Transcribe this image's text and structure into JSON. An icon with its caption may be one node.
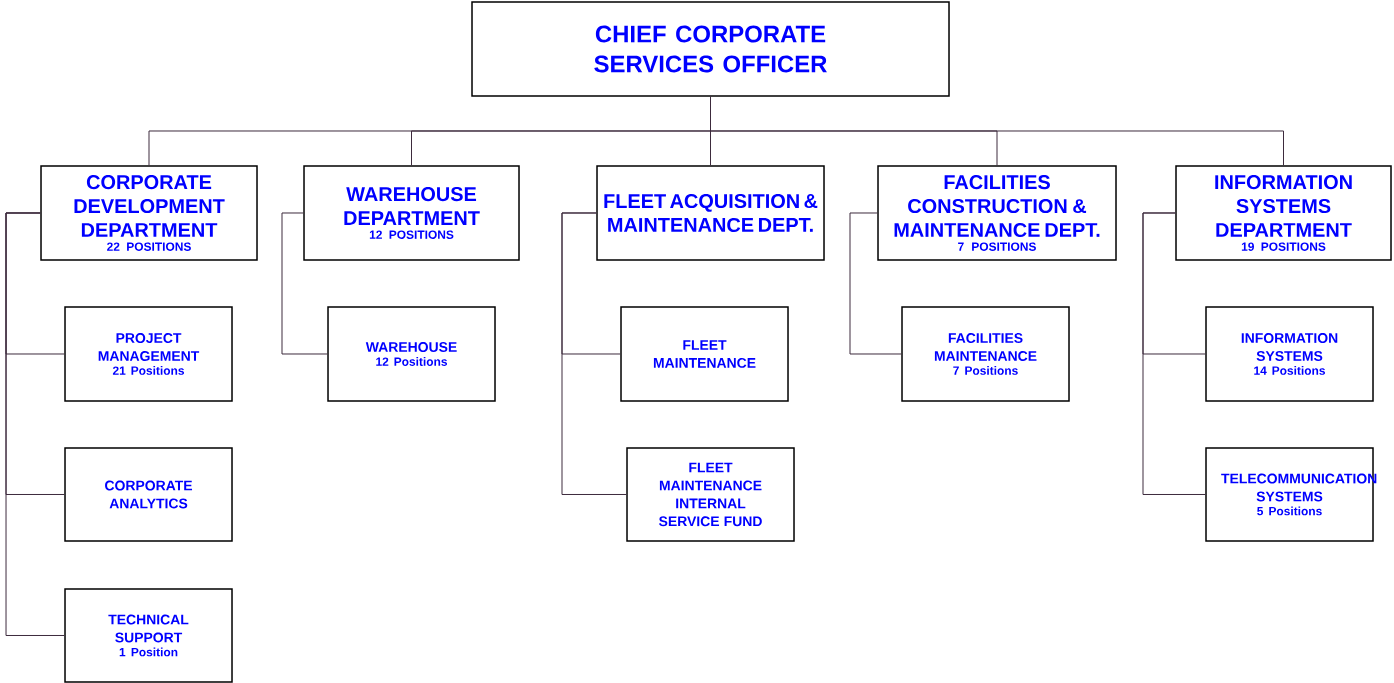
{
  "diagram": {
    "nodes": [
      {
        "text": [
          "CHIEF CORPORATE SERVICES OFFICER"
        ]
      },
      {
        "text": [
          "CORPORATE DEVELOPMENT DEPARTMENT",
          "22 POSITIONS"
        ]
      },
      {
        "text": [
          "WAREHOUSE DEPARTMENT",
          "12 POSITIONS"
        ]
      },
      {
        "text": [
          "FLEET ACQUISITION & MAINTENANCE DEPT."
        ]
      },
      {
        "text": [
          "FACILITIES CONSTRUCTION & MAINTENANCE DEPT.",
          "7 POSITIONS"
        ]
      },
      {
        "text": [
          "INFORMATION SYSTEMS DEPARTMENT",
          "19 POSITIONS"
        ]
      },
      {
        "text": [
          "PROJECT MANAGEMENT",
          "21 Positions"
        ]
      },
      {
        "text": [
          "CORPORATE ANALYTICS"
        ]
      },
      {
        "text": [
          "TECHNICAL SUPPORT",
          "1 Position"
        ]
      },
      {
        "text": [
          "WAREHOUSE",
          "12 Positions"
        ]
      },
      {
        "text": [
          "FLEET MAINTENANCE"
        ]
      },
      {
        "text": [
          "FLEET MAINTENANCE INTERNAL SERVICE FUND"
        ]
      },
      {
        "text": [
          "FACILITIES MAINTENANCE",
          "7 Positions"
        ]
      },
      {
        "text": [
          "INFORMATION SYSTEMS",
          "14 Positions"
        ]
      },
      {
        "text": [
          "TELECOMMUNICATION SYSTEMS",
          "5 Positions"
        ]
      }
    ],
    "edges": [
      {
        "from": 0,
        "to": 1,
        "arrow": "none"
      },
      {
        "from": 0,
        "to": 2,
        "arrow": "none"
      },
      {
        "from": 0,
        "to": 3,
        "arrow": "none"
      },
      {
        "from": 0,
        "to": 4,
        "arrow": "none"
      },
      {
        "from": 0,
        "to": 5,
        "arrow": "none"
      },
      {
        "from": 1,
        "to": 6,
        "arrow": "none"
      },
      {
        "from": 1,
        "to": 7,
        "arrow": "none"
      },
      {
        "from": 1,
        "to": 8,
        "arrow": "none"
      },
      {
        "from": 2,
        "to": 9,
        "arrow": "none"
      },
      {
        "from": 3,
        "to": 10,
        "arrow": "none"
      },
      {
        "from": 3,
        "to": 11,
        "arrow": "none"
      },
      {
        "from": 4,
        "to": 12,
        "arrow": "none"
      },
      {
        "from": 5,
        "to": 13,
        "arrow": "none"
      },
      {
        "from": 5,
        "to": 14,
        "arrow": "none"
      }
    ]
  }
}
